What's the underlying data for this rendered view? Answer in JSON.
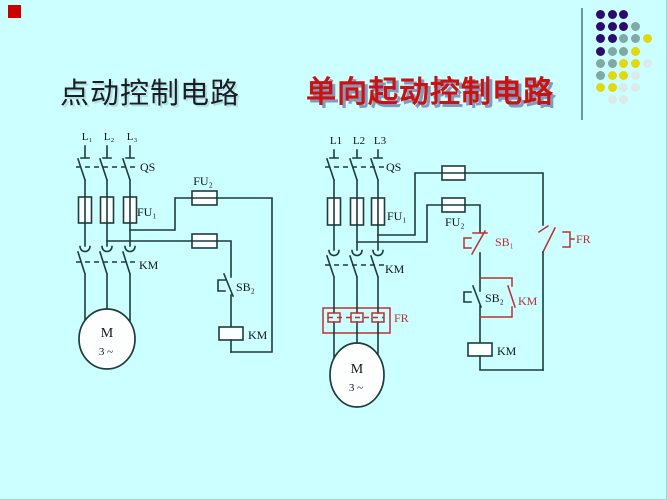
{
  "slide": {
    "titles": {
      "left": "点动控制电路",
      "right": "单向起动控制电路"
    }
  },
  "colors": {
    "background": "#ccffff",
    "wire": "#1d3c3c",
    "label": "#101522",
    "red": "#bb3030",
    "title_left": "#1c1c24",
    "title_right": "#cc1111",
    "corner_square": "#cc0000",
    "deco_line": "#6f9898"
  },
  "decoration": {
    "palette": {
      "P": "#2d0a6e",
      "T": "#7fa9a3",
      "Y": "#e0d810",
      "L": "#dcebe8"
    },
    "dot_rows": [
      [
        "P",
        "P",
        "P"
      ],
      [
        "P",
        "P",
        "P",
        "T"
      ],
      [
        "P",
        "P",
        "T",
        "T",
        "Y"
      ],
      [
        "P",
        "T",
        "T",
        "Y"
      ],
      [
        "T",
        "T",
        "Y",
        "Y",
        "L"
      ],
      [
        "T",
        "Y",
        "Y",
        "L"
      ],
      [
        "Y",
        "Y",
        "L",
        "L"
      ],
      [
        null,
        "L",
        "L"
      ]
    ]
  },
  "left_diagram": {
    "labels": {
      "l1": "L₁",
      "l2": "L₂",
      "l3": "L₃",
      "qs": "QS",
      "fu1": "FU₁",
      "fu2": "FU₂",
      "km_main": "KM",
      "sb2": "SB₂",
      "km_coil": "KM",
      "motor_letter": "M",
      "motor_phase": "3 ~"
    }
  },
  "right_diagram": {
    "labels": {
      "l1": "L1",
      "l2": "L2",
      "l3": "L3",
      "qs": "QS",
      "fu1": "FU₁",
      "fu2": "FU₂",
      "km_main": "KM",
      "fr_box": "FR",
      "sb1": "SB₁",
      "sb2": "SB₂",
      "km_aux": "KM",
      "km_coil": "KM",
      "fr_contact": "FR",
      "motor_letter": "M",
      "motor_phase": "3 ~"
    }
  }
}
